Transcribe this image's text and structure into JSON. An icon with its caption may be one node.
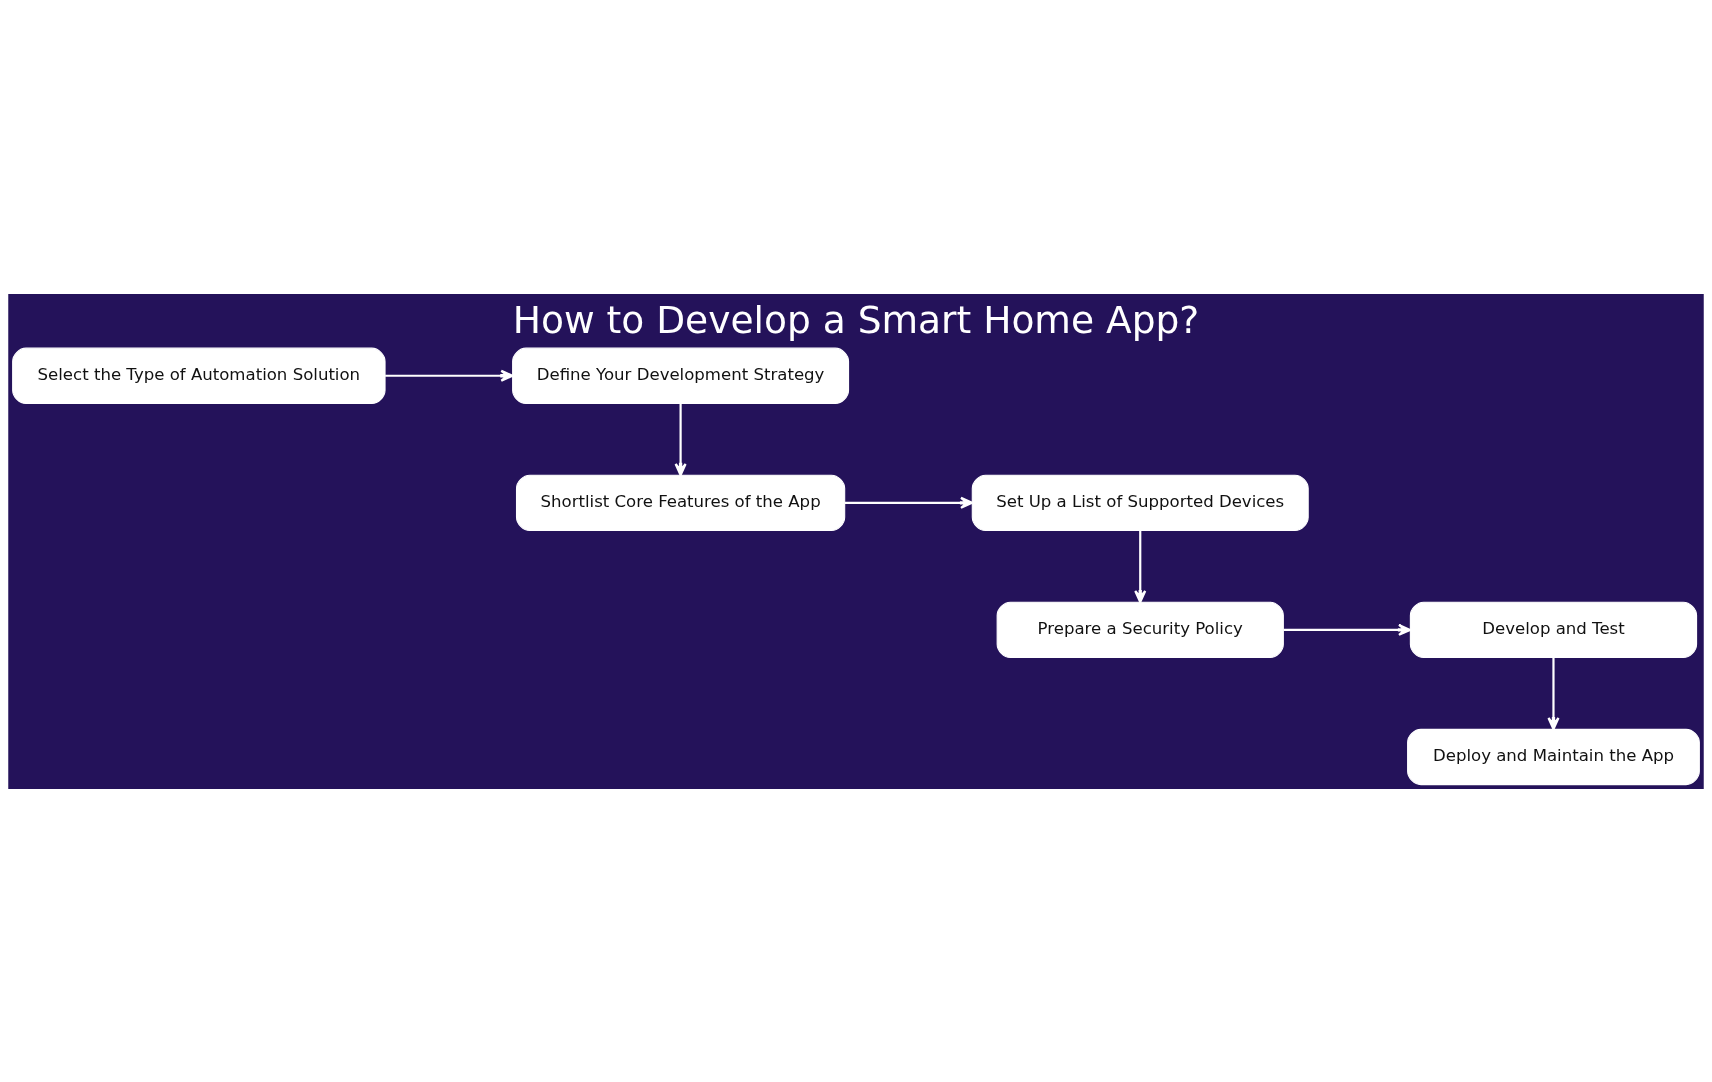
{
  "diagram": {
    "title": "How to Develop a Smart Home App?",
    "nodes": [
      {
        "text": [
          "Select the Type of Automation Solution"
        ]
      },
      {
        "text": [
          "Define Your Development Strategy"
        ]
      },
      {
        "text": [
          "Set Up a List of Supported Devices"
        ]
      },
      {
        "text": [
          "Shortlist Core Features of the App"
        ]
      },
      {
        "text": [
          "Prepare a Security Policy"
        ]
      },
      {
        "text": [
          "Develop and Test"
        ]
      },
      {
        "text": [
          "Deploy and Maintain the App"
        ]
      }
    ],
    "edges": [
      {
        "from": 0,
        "to": 1,
        "arrow": "to"
      },
      {
        "from": 1,
        "to": 3,
        "arrow": "to"
      },
      {
        "from": 3,
        "to": 2,
        "arrow": "to"
      },
      {
        "from": 2,
        "to": 4,
        "arrow": "to"
      },
      {
        "from": 4,
        "to": 5,
        "arrow": "to"
      },
      {
        "from": 5,
        "to": 6,
        "arrow": "to"
      }
    ]
  }
}
